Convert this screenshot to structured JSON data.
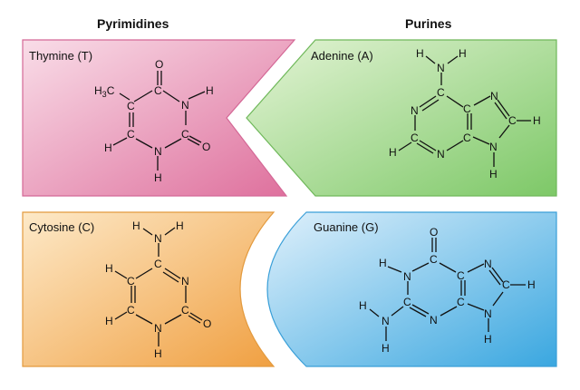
{
  "headings": {
    "pyrimidines": "Pyrimidines",
    "purines": "Purines"
  },
  "panels": {
    "thymine": {
      "label": "Thymine (T)",
      "color_light": "#f9dde8",
      "color_dark": "#de6f9c"
    },
    "adenine": {
      "label": "Adenine (A)",
      "color_light": "#e4f4d6",
      "color_dark": "#7dc867"
    },
    "cytosine": {
      "label": "Cytosine (C)",
      "color_light": "#fde9c8",
      "color_dark": "#f0a042"
    },
    "guanine": {
      "label": "Guanine (G)",
      "color_light": "#dff0fb",
      "color_dark": "#3aa7e0"
    }
  },
  "atoms": {
    "H": "H",
    "C": "C",
    "N": "N",
    "O": "O",
    "methyl_main": "H",
    "methyl_sub": "3",
    "methyl_tail": "C"
  }
}
